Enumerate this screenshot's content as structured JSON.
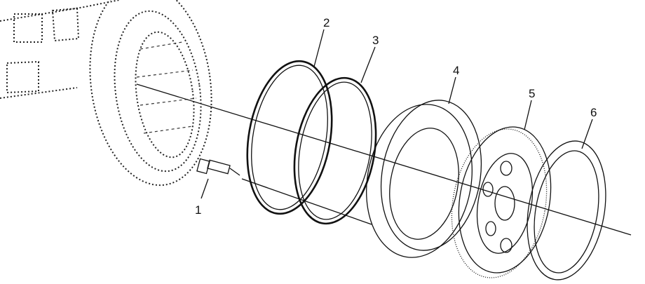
{
  "diagram": {
    "parts": [
      {
        "number": "1",
        "name": "bolt"
      },
      {
        "number": "2",
        "name": "outer-seal-ring"
      },
      {
        "number": "3",
        "name": "inner-seal-ring"
      },
      {
        "number": "4",
        "name": "piston"
      },
      {
        "number": "5",
        "name": "friction-disc"
      },
      {
        "number": "6",
        "name": "plate"
      }
    ]
  }
}
